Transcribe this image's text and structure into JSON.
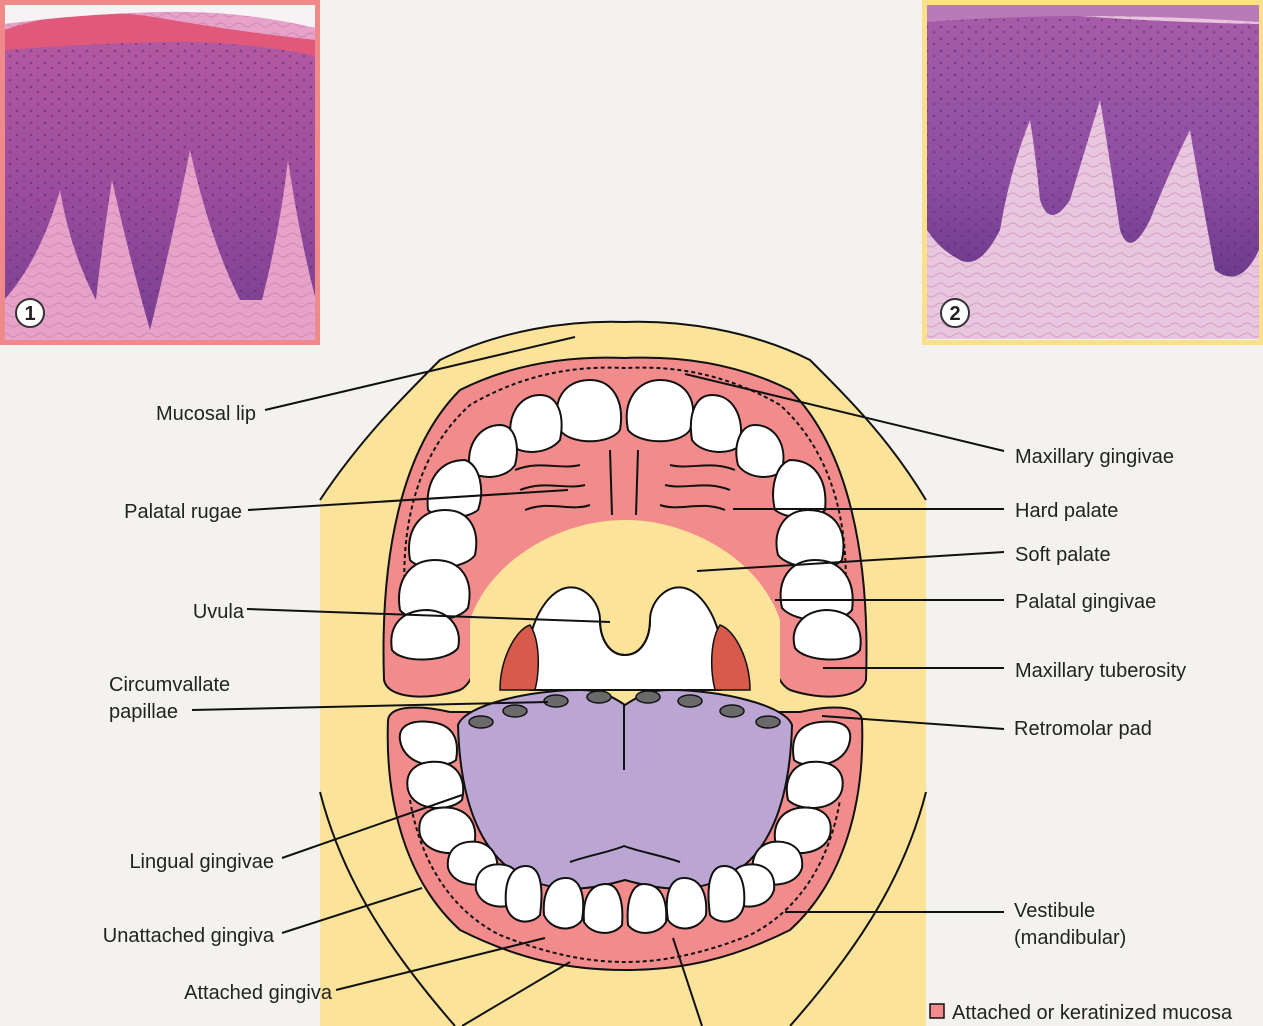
{
  "colors": {
    "background": "#f4f2ee",
    "lip_face": "#fce39a",
    "face_edge_glow": "#fbeec0",
    "gingiva": "#f28c8c",
    "palate_soft": "#fbe08c",
    "tongue": "#bba6d3",
    "tonsil": "#d85a4a",
    "papilla": "#6a6a6a",
    "micrograph_1_border": "#f08a8a",
    "micrograph_2_border": "#fbe08c",
    "tissue_pink": "#d983b8",
    "tissue_purple": "#8a4aa0",
    "legend_swatch": "#f28c8c"
  },
  "micrographs": [
    {
      "id": "micrograph-1",
      "badge": "1"
    },
    {
      "id": "micrograph-2",
      "badge": "2"
    }
  ],
  "labels": {
    "mucosal_lip": "Mucosal lip",
    "palatal_rugae": "Palatal rugae",
    "uvula": "Uvula",
    "circumvallate_line1": "Circumvallate",
    "circumvallate_line2": "papillae",
    "lingual_gingivae": "Lingual gingivae",
    "unattached_gingiva": "Unattached gingiva",
    "attached_gingiva": "Attached gingiva",
    "maxillary_gingivae": "Maxillary gingivae",
    "hard_palate": "Hard palate",
    "soft_palate": "Soft palate",
    "palatal_gingivae": "Palatal gingivae",
    "maxillary_tuberosity": "Maxillary tuberosity",
    "retromolar_pad": "Retromolar pad",
    "vestibule_line1": "Vestibule",
    "vestibule_line2": "(mandibular)"
  },
  "legend": {
    "label": "Attached or keratinized mucosa"
  }
}
